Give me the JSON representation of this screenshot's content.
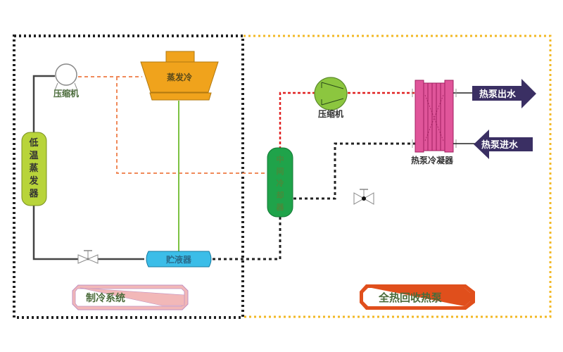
{
  "colors": {
    "refrigeration_boundary": "#222222",
    "heat_pump_boundary": "#f2b824",
    "orange_line": "#f08a5a",
    "red_line": "#e02020",
    "black_dotted": "#222222",
    "green_line": "#7cc242",
    "cooling_tower": "#f0a31c",
    "evaporator": "#b8d43a",
    "intercooler": "#1fa34a",
    "receiver": "#3bbde8",
    "compressor_hp": "#8cc63f",
    "condenser": "#e0559a",
    "water_arrow": "#3a2f63",
    "system_label_refrig": "#f2b8b8",
    "system_label_heatpump": "#e04f1c",
    "label_text": "#4a6b3a"
  },
  "refrigeration_system": {
    "label": "制冷系统",
    "compressor_label": "压缩机",
    "cooling_tower_label": "蒸发冷",
    "evaporator_label": "低温蒸发器",
    "evaporator_chars": [
      "低",
      "温",
      "蒸",
      "发",
      "器"
    ],
    "receiver_label": "贮液器"
  },
  "heat_pump_system": {
    "label": "全热回收热泵",
    "compressor_label": "压缩机",
    "intercooler_label": "中间冷却器",
    "intercooler_chars": [
      "中",
      "间",
      "冷",
      "却",
      "器"
    ],
    "condenser_label": "热泵冷凝器",
    "water_out_label": "热泵出水",
    "water_in_label": "热泵进水"
  }
}
